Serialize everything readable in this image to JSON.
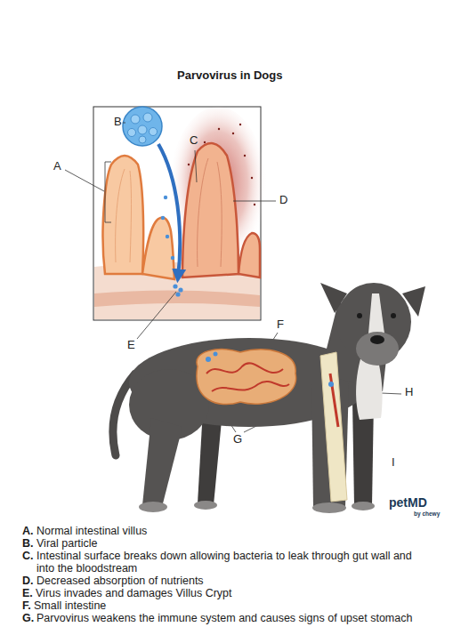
{
  "diagram": {
    "title": "Parvovirus in Dogs",
    "labels": [
      "A",
      "B",
      "C",
      "D",
      "E",
      "F",
      "G",
      "H",
      "I",
      "petMD",
      "by chewy",
      "A.",
      "Normal intestinal villus",
      "B.",
      "Viral particle",
      "C.",
      "Intestinal surface breaks down allowing bacteria to leak through gut wall and into the bloodstream",
      "D.",
      "Decreased absorption of nutrients",
      "E.",
      "Virus invades and damages Villus Crypt",
      "F.",
      "Small intestine",
      "G.",
      "Parvovirus weakens the immune system and causes signs of upset stomach"
    ]
  }
}
